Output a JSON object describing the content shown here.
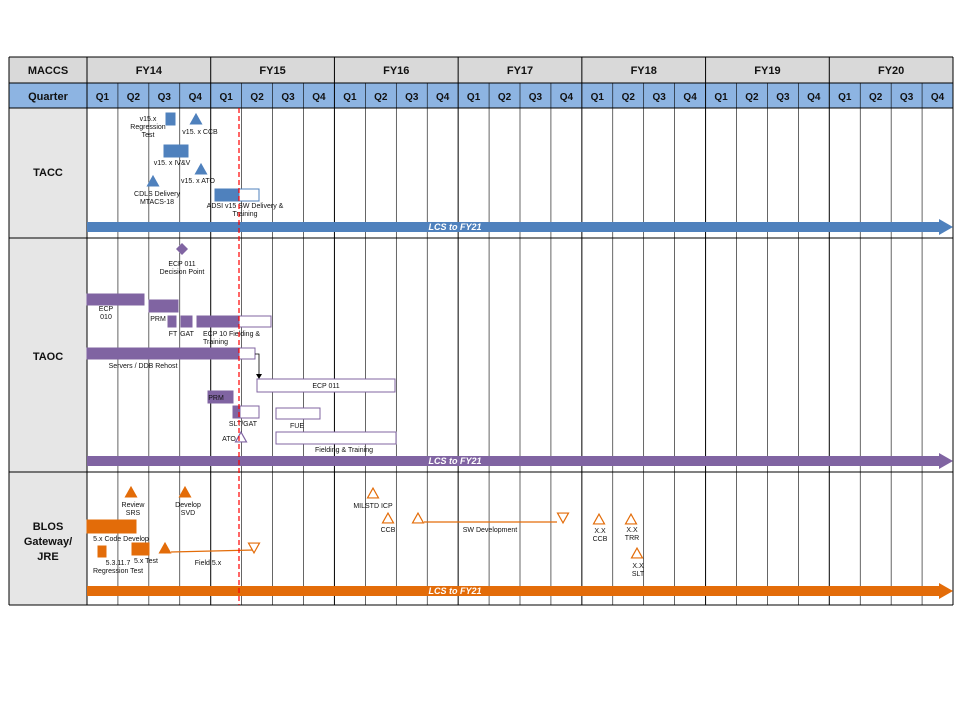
{
  "header": {
    "corner_label": "MACCS",
    "quarter_label": "Quarter",
    "fiscal_years": [
      "FY14",
      "FY15",
      "FY16",
      "FY17",
      "FY18",
      "FY19",
      "FY20"
    ],
    "quarters": [
      "Q1",
      "Q2",
      "Q3",
      "Q4"
    ]
  },
  "rows": [
    {
      "name": "TACC"
    },
    {
      "name": "TAOC"
    },
    {
      "name": "BLOS\nGateway/\nJRE"
    }
  ],
  "arrows": {
    "label": "LCS to FY21"
  },
  "labels": {
    "tacc": [
      "v15.x\nRegression\nTest",
      "v15. x CCB",
      "v15. x IV&V",
      "v15. x ATO",
      "CDLS Delivery\nMTACS-18",
      "ADSI v15 SW Delivery &\nTraining"
    ],
    "taoc": [
      "ECP 011\nDecision Point",
      "ECP\n010",
      "PRM",
      "FT",
      "GAT",
      "ECP 10 Fielding &\nTraining",
      "Servers / DDB Rehost",
      "ECP 011",
      "PRM",
      "SLT/GAT",
      "FUE",
      "ATO",
      "Fielding & Training"
    ],
    "blos": [
      "Review\nSRS",
      "Develop\nSVD",
      "5.x Code Develop",
      "5.3.11.7\nRegression Test",
      "5.x Test",
      "Field 5.x",
      "MILSTD ICP",
      "CCB",
      "SW Development",
      "X.X\nCCB",
      "X.X\nTRR",
      "X.X\nSLT"
    ]
  },
  "colors": {
    "header_bg": "#d9d9d9",
    "quarter_bg": "#8db4e2",
    "row_label_bg": "#e6e6e6",
    "tacc": "#4f81bd",
    "taoc": "#8064a2",
    "blos": "#e36c09",
    "today_line": "#ff0000",
    "grid": "#000000"
  }
}
